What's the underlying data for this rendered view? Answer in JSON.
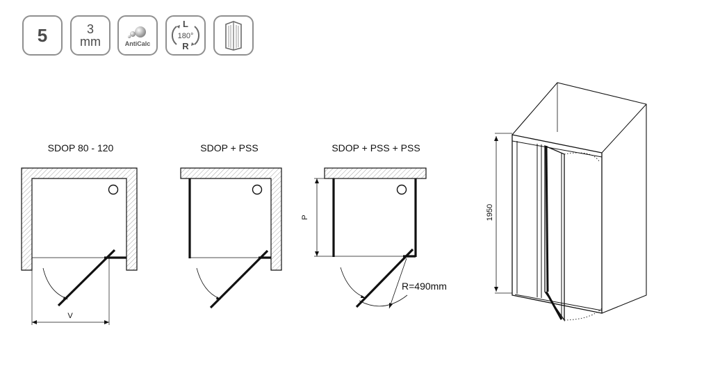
{
  "badges": {
    "glass_count": "5",
    "thickness_value": "3",
    "thickness_unit": "mm",
    "anticalc": "AntiCalc",
    "reversible_left": "L",
    "reversible_angle": "180°",
    "reversible_right": "R"
  },
  "plans": {
    "plan1_title": "SDOP 80 - 120",
    "plan1_dim": "V",
    "plan2_title": "SDOP + PSS",
    "plan3_title": "SDOP + PSS + PSS",
    "plan3_dim": "P",
    "plan3_radius": "R=490mm"
  },
  "iso": {
    "height": "1950"
  },
  "colors": {
    "line": "#111111",
    "wall_hatch": "#8a8a8a",
    "badge_border": "#8f8f8f",
    "badge_text": "#4a4a4a"
  }
}
